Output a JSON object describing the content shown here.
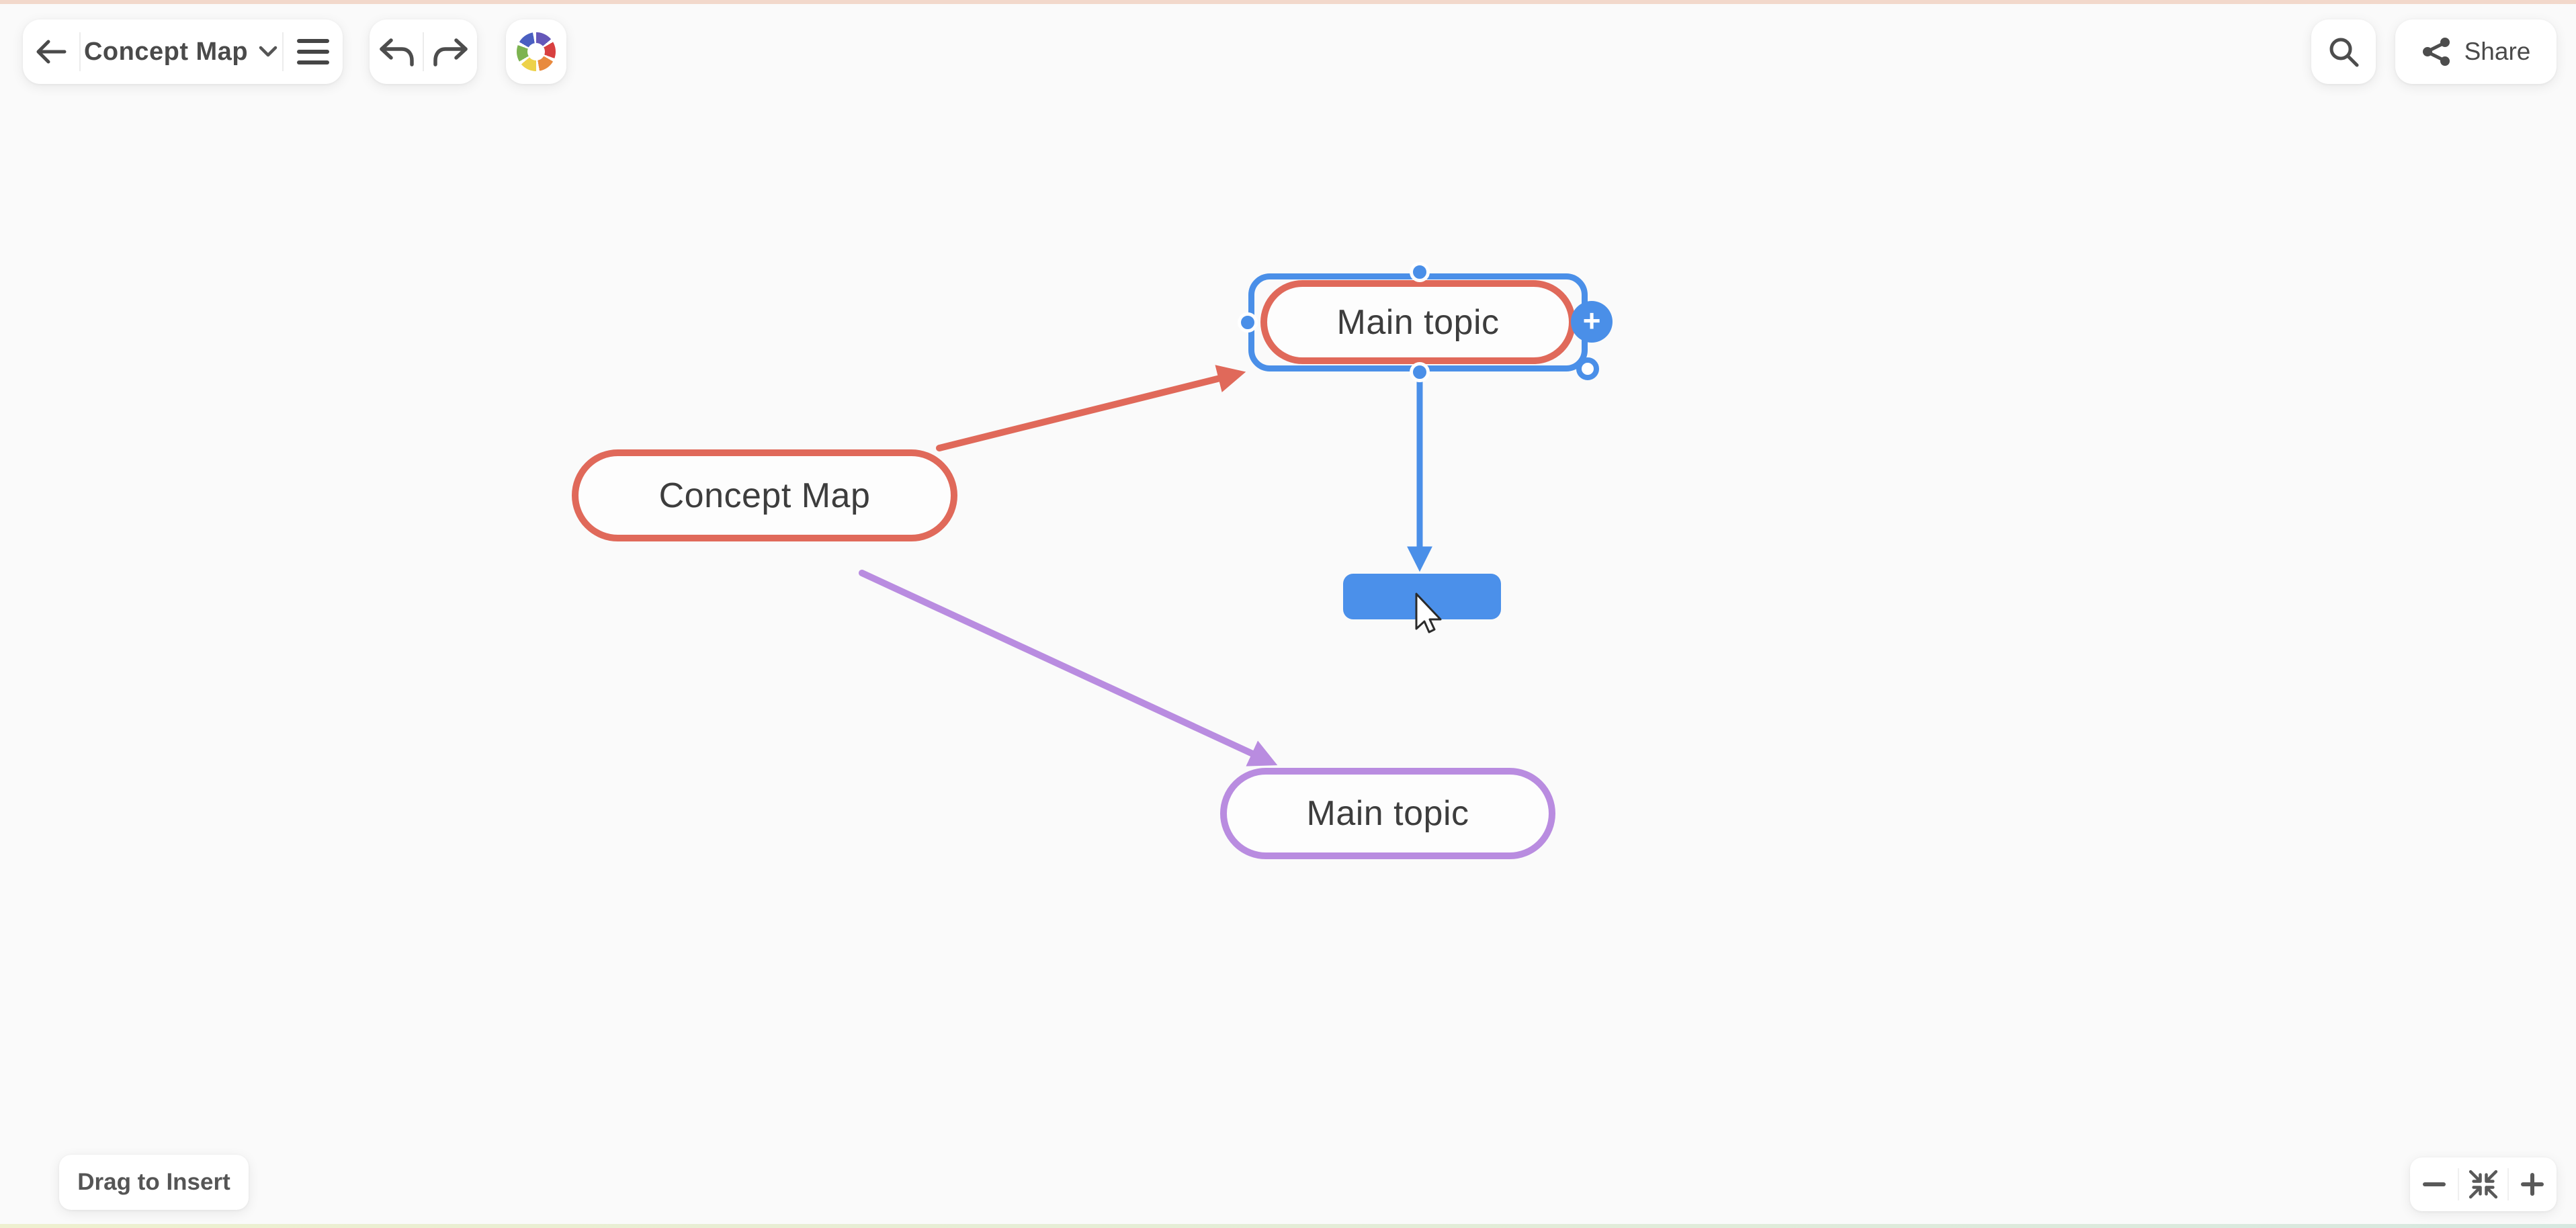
{
  "window": {
    "canvas_background": "#fafafa",
    "top_edge_color": "#f2d8cb",
    "bottom_edge_colors": [
      "#eef0d0",
      "#d7e8e0"
    ]
  },
  "toolbar": {
    "back_icon": "arrow-left",
    "title": "Concept Map",
    "title_dropdown_icon": "chevron-down",
    "menu_icon": "hamburger-menu",
    "undo_icon": "undo-arrow",
    "redo_icon": "redo-arrow",
    "logo_icon": "color-wheel-logo"
  },
  "top_right": {
    "search_icon": "magnifier",
    "share_icon": "share-nodes",
    "share_label": "Share"
  },
  "canvas": {
    "nodes": [
      {
        "id": "main-topic-top",
        "label": "Main topic",
        "border_color": "#e0695a",
        "selected": true
      },
      {
        "id": "concept-map",
        "label": "Concept Map",
        "border_color": "#e0695a",
        "selected": false
      },
      {
        "id": "main-topic-bottom",
        "label": "Main topic",
        "border_color": "#b98ce0",
        "selected": false
      },
      {
        "id": "new-node-preview",
        "label": "",
        "fill_color": "#4b90ea",
        "state": "being-created-by-drag"
      }
    ],
    "edges": [
      {
        "from": "concept-map",
        "to": "main-topic-top",
        "color": "#e0695a",
        "arrow": "end"
      },
      {
        "from": "concept-map",
        "to": "main-topic-bottom",
        "color": "#b98ce0",
        "arrow": "end"
      },
      {
        "from": "main-topic-top",
        "to": "new-node-preview",
        "color": "#4a8fe8",
        "arrow": "end"
      }
    ],
    "selection": {
      "outline_color": "#4a8fe8",
      "add_button_label": "+",
      "handles": [
        "top",
        "left",
        "bottom",
        "bottom-right-corner"
      ]
    },
    "cursor": "arrow-pointer"
  },
  "bottom_left": {
    "drag_to_insert_label": "Drag to Insert"
  },
  "bottom_right": {
    "zoom_out_icon": "minus",
    "fit_to_screen_icon": "collapse-arrows",
    "zoom_in_icon": "plus"
  }
}
